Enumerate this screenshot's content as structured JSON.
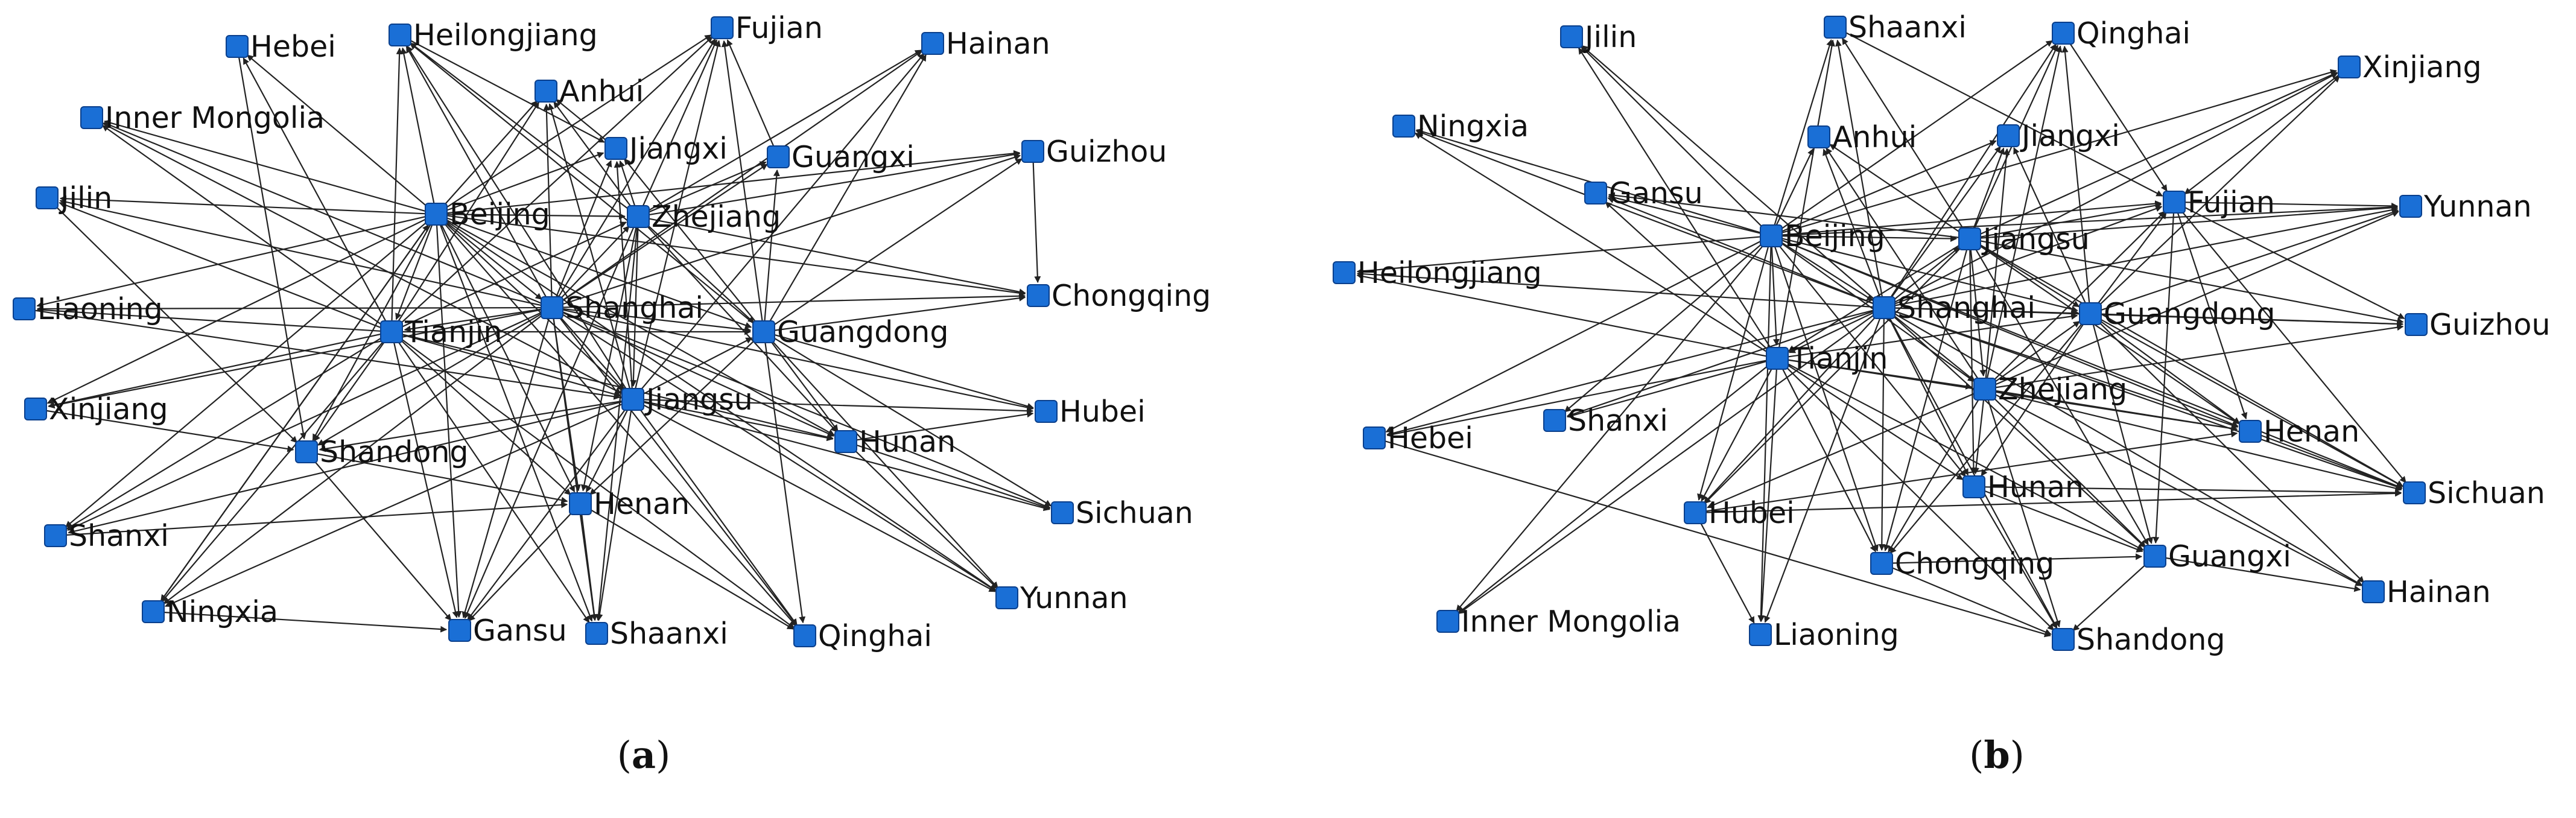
{
  "colors": {
    "node": "#1a6fd6",
    "node_border": "#0a3f8c",
    "edge": "#222222"
  },
  "panels": [
    {
      "id": "a",
      "caption_letter": "a",
      "nodes": [
        "Hebei",
        "Heilongjiang",
        "Fujian",
        "Hainan",
        "Anhui",
        "Inner Mongolia",
        "Jiangxi",
        "Guangxi",
        "Guizhou",
        "Jilin",
        "Beijing",
        "Zhejiang",
        "Chongqing",
        "Liaoning",
        "Shanghai",
        "Tianjin",
        "Guangdong",
        "Jiangsu",
        "Xinjiang",
        "Hubei",
        "Shandong",
        "Hunan",
        "Henan",
        "Sichuan",
        "Shanxi",
        "Ningxia",
        "Gansu",
        "Shaanxi",
        "Qinghai",
        "Yunnan"
      ],
      "edges": [
        [
          "Beijing",
          "Shanghai"
        ],
        [
          "Beijing",
          "Tianjin"
        ],
        [
          "Beijing",
          "Zhejiang"
        ],
        [
          "Beijing",
          "Jiangsu"
        ],
        [
          "Beijing",
          "Guangdong"
        ],
        [
          "Beijing",
          "Hebei"
        ],
        [
          "Beijing",
          "Heilongjiang"
        ],
        [
          "Beijing",
          "Inner Mongolia"
        ],
        [
          "Beijing",
          "Jilin"
        ],
        [
          "Beijing",
          "Liaoning"
        ],
        [
          "Beijing",
          "Xinjiang"
        ],
        [
          "Beijing",
          "Shanxi"
        ],
        [
          "Beijing",
          "Ningxia"
        ],
        [
          "Beijing",
          "Gansu"
        ],
        [
          "Beijing",
          "Shandong"
        ],
        [
          "Beijing",
          "Henan"
        ],
        [
          "Beijing",
          "Shaanxi"
        ],
        [
          "Beijing",
          "Anhui"
        ],
        [
          "Beijing",
          "Fujian"
        ],
        [
          "Beijing",
          "Jiangxi"
        ],
        [
          "Beijing",
          "Chongqing"
        ],
        [
          "Beijing",
          "Hunan"
        ],
        [
          "Beijing",
          "Qinghai"
        ],
        [
          "Beijing",
          "Guizhou"
        ],
        [
          "Beijing",
          "Yunnan"
        ],
        [
          "Shanghai",
          "Tianjin"
        ],
        [
          "Shanghai",
          "Zhejiang"
        ],
        [
          "Shanghai",
          "Jiangsu"
        ],
        [
          "Shanghai",
          "Guangdong"
        ],
        [
          "Shanghai",
          "Anhui"
        ],
        [
          "Shanghai",
          "Jiangxi"
        ],
        [
          "Shanghai",
          "Fujian"
        ],
        [
          "Shanghai",
          "Hainan"
        ],
        [
          "Shanghai",
          "Guangxi"
        ],
        [
          "Shanghai",
          "Guizhou"
        ],
        [
          "Shanghai",
          "Chongqing"
        ],
        [
          "Shanghai",
          "Hubei"
        ],
        [
          "Shanghai",
          "Hunan"
        ],
        [
          "Shanghai",
          "Sichuan"
        ],
        [
          "Shanghai",
          "Yunnan"
        ],
        [
          "Shanghai",
          "Henan"
        ],
        [
          "Shanghai",
          "Shandong"
        ],
        [
          "Shanghai",
          "Gansu"
        ],
        [
          "Shanghai",
          "Shaanxi"
        ],
        [
          "Shanghai",
          "Qinghai"
        ],
        [
          "Shanghai",
          "Ningxia"
        ],
        [
          "Shanghai",
          "Shanxi"
        ],
        [
          "Shanghai",
          "Xinjiang"
        ],
        [
          "Shanghai",
          "Liaoning"
        ],
        [
          "Shanghai",
          "Jilin"
        ],
        [
          "Shanghai",
          "Inner Mongolia"
        ],
        [
          "Shanghai",
          "Heilongjiang"
        ],
        [
          "Tianjin",
          "Zhejiang"
        ],
        [
          "Tianjin",
          "Jiangsu"
        ],
        [
          "Tianjin",
          "Guangdong"
        ],
        [
          "Tianjin",
          "Hebei"
        ],
        [
          "Tianjin",
          "Inner Mongolia"
        ],
        [
          "Tianjin",
          "Liaoning"
        ],
        [
          "Tianjin",
          "Jilin"
        ],
        [
          "Tianjin",
          "Shanxi"
        ],
        [
          "Tianjin",
          "Ningxia"
        ],
        [
          "Tianjin",
          "Xinjiang"
        ],
        [
          "Tianjin",
          "Gansu"
        ],
        [
          "Tianjin",
          "Shaanxi"
        ],
        [
          "Tianjin",
          "Henan"
        ],
        [
          "Tianjin",
          "Shandong"
        ],
        [
          "Tianjin",
          "Heilongjiang"
        ],
        [
          "Tianjin",
          "Fujian"
        ],
        [
          "Tianjin",
          "Anhui"
        ],
        [
          "Tianjin",
          "Qinghai"
        ],
        [
          "Tianjin",
          "Hunan"
        ],
        [
          "Zhejiang",
          "Jiangsu"
        ],
        [
          "Zhejiang",
          "Guangdong"
        ],
        [
          "Zhejiang",
          "Fujian"
        ],
        [
          "Zhejiang",
          "Anhui"
        ],
        [
          "Zhejiang",
          "Jiangxi"
        ],
        [
          "Zhejiang",
          "Guangxi"
        ],
        [
          "Zhejiang",
          "Hainan"
        ],
        [
          "Zhejiang",
          "Guizhou"
        ],
        [
          "Zhejiang",
          "Chongqing"
        ],
        [
          "Zhejiang",
          "Heilongjiang"
        ],
        [
          "Zhejiang",
          "Gansu"
        ],
        [
          "Zhejiang",
          "Shaanxi"
        ],
        [
          "Zhejiang",
          "Henan"
        ],
        [
          "Zhejiang",
          "Hunan"
        ],
        [
          "Jiangsu",
          "Guangdong"
        ],
        [
          "Jiangsu",
          "Hubei"
        ],
        [
          "Jiangsu",
          "Hunan"
        ],
        [
          "Jiangsu",
          "Sichuan"
        ],
        [
          "Jiangsu",
          "Yunnan"
        ],
        [
          "Jiangsu",
          "Qinghai"
        ],
        [
          "Jiangsu",
          "Shaanxi"
        ],
        [
          "Jiangsu",
          "Gansu"
        ],
        [
          "Jiangsu",
          "Henan"
        ],
        [
          "Jiangsu",
          "Shandong"
        ],
        [
          "Jiangsu",
          "Ningxia"
        ],
        [
          "Jiangsu",
          "Shanxi"
        ],
        [
          "Jiangsu",
          "Fujian"
        ],
        [
          "Jiangsu",
          "Anhui"
        ],
        [
          "Jiangsu",
          "Jiangxi"
        ],
        [
          "Jiangsu",
          "Heilongjiang"
        ],
        [
          "Jiangsu",
          "Hainan"
        ],
        [
          "Guangdong",
          "Fujian"
        ],
        [
          "Guangdong",
          "Hainan"
        ],
        [
          "Guangdong",
          "Guangxi"
        ],
        [
          "Guangdong",
          "Guizhou"
        ],
        [
          "Guangdong",
          "Chongqing"
        ],
        [
          "Guangdong",
          "Hubei"
        ],
        [
          "Guangdong",
          "Hunan"
        ],
        [
          "Guangdong",
          "Sichuan"
        ],
        [
          "Guangdong",
          "Yunnan"
        ],
        [
          "Guangdong",
          "Qinghai"
        ],
        [
          "Guangdong",
          "Henan"
        ],
        [
          "Guangdong",
          "Jiangxi"
        ],
        [
          "Guangdong",
          "Heilongjiang"
        ],
        [
          "Guizhou",
          "Chongqing"
        ],
        [
          "Hunan",
          "Sichuan"
        ],
        [
          "Hunan",
          "Yunnan"
        ],
        [
          "Hunan",
          "Hubei"
        ],
        [
          "Ningxia",
          "Gansu"
        ],
        [
          "Henan",
          "Gansu"
        ],
        [
          "Henan",
          "Shaanxi"
        ],
        [
          "Henan",
          "Qinghai"
        ],
        [
          "Shandong",
          "Gansu"
        ],
        [
          "Shandong",
          "Henan"
        ],
        [
          "Jiangxi",
          "Anhui"
        ],
        [
          "Guangxi",
          "Fujian"
        ],
        [
          "Hebei",
          "Shandong"
        ],
        [
          "Jilin",
          "Shandong"
        ],
        [
          "Liaoning",
          "Jiangsu"
        ],
        [
          "Xinjiang",
          "Shandong"
        ],
        [
          "Shanxi",
          "Henan"
        ],
        [
          "Ningxia",
          "Beijing"
        ],
        [
          "Inner Mongolia",
          "Jiangsu"
        ],
        [
          "Heilongjiang",
          "Jiangxi"
        ]
      ]
    },
    {
      "id": "b",
      "caption_letter": "b",
      "nodes": [
        "Jilin",
        "Shaanxi",
        "Qinghai",
        "Xinjiang",
        "Ningxia",
        "Anhui",
        "Jiangxi",
        "Gansu",
        "Fujian",
        "Yunnan",
        "Beijing",
        "Jiangsu",
        "Heilongjiang",
        "Shanghai",
        "Guangdong",
        "Guizhou",
        "Tianjin",
        "Zhejiang",
        "Hebei",
        "Shanxi",
        "Henan",
        "Hunan",
        "Sichuan",
        "Hubei",
        "Chongqing",
        "Guangxi",
        "Hainan",
        "Inner Mongolia",
        "Liaoning",
        "Shandong"
      ],
      "edges": [
        [
          "Beijing",
          "Shanghai"
        ],
        [
          "Beijing",
          "Jiangsu"
        ],
        [
          "Beijing",
          "Tianjin"
        ],
        [
          "Beijing",
          "Zhejiang"
        ],
        [
          "Beijing",
          "Guangdong"
        ],
        [
          "Beijing",
          "Jilin"
        ],
        [
          "Beijing",
          "Shaanxi"
        ],
        [
          "Beijing",
          "Qinghai"
        ],
        [
          "Beijing",
          "Ningxia"
        ],
        [
          "Beijing",
          "Gansu"
        ],
        [
          "Beijing",
          "Heilongjiang"
        ],
        [
          "Beijing",
          "Hebei"
        ],
        [
          "Beijing",
          "Shanxi"
        ],
        [
          "Beijing",
          "Inner Mongolia"
        ],
        [
          "Beijing",
          "Liaoning"
        ],
        [
          "Beijing",
          "Hubei"
        ],
        [
          "Beijing",
          "Chongqing"
        ],
        [
          "Beijing",
          "Hunan"
        ],
        [
          "Beijing",
          "Henan"
        ],
        [
          "Beijing",
          "Fujian"
        ],
        [
          "Beijing",
          "Anhui"
        ],
        [
          "Beijing",
          "Jiangxi"
        ],
        [
          "Beijing",
          "Xinjiang"
        ],
        [
          "Beijing",
          "Yunnan"
        ],
        [
          "Beijing",
          "Sichuan"
        ],
        [
          "Shanghai",
          "Jiangsu"
        ],
        [
          "Shanghai",
          "Tianjin"
        ],
        [
          "Shanghai",
          "Zhejiang"
        ],
        [
          "Shanghai",
          "Guangdong"
        ],
        [
          "Shanghai",
          "Anhui"
        ],
        [
          "Shanghai",
          "Jiangxi"
        ],
        [
          "Shanghai",
          "Fujian"
        ],
        [
          "Shanghai",
          "Gansu"
        ],
        [
          "Shanghai",
          "Ningxia"
        ],
        [
          "Shanghai",
          "Heilongjiang"
        ],
        [
          "Shanghai",
          "Shaanxi"
        ],
        [
          "Shanghai",
          "Qinghai"
        ],
        [
          "Shanghai",
          "Jilin"
        ],
        [
          "Shanghai",
          "Xinjiang"
        ],
        [
          "Shanghai",
          "Yunnan"
        ],
        [
          "Shanghai",
          "Guizhou"
        ],
        [
          "Shanghai",
          "Henan"
        ],
        [
          "Shanghai",
          "Sichuan"
        ],
        [
          "Shanghai",
          "Hainan"
        ],
        [
          "Shanghai",
          "Guangxi"
        ],
        [
          "Shanghai",
          "Hunan"
        ],
        [
          "Shanghai",
          "Hubei"
        ],
        [
          "Shanghai",
          "Chongqing"
        ],
        [
          "Shanghai",
          "Shandong"
        ],
        [
          "Shanghai",
          "Liaoning"
        ],
        [
          "Shanghai",
          "Inner Mongolia"
        ],
        [
          "Shanghai",
          "Shanxi"
        ],
        [
          "Shanghai",
          "Hebei"
        ],
        [
          "Jiangsu",
          "Tianjin"
        ],
        [
          "Jiangsu",
          "Zhejiang"
        ],
        [
          "Jiangsu",
          "Guangdong"
        ],
        [
          "Jiangsu",
          "Fujian"
        ],
        [
          "Jiangsu",
          "Anhui"
        ],
        [
          "Jiangsu",
          "Jiangxi"
        ],
        [
          "Jiangsu",
          "Qinghai"
        ],
        [
          "Jiangsu",
          "Xinjiang"
        ],
        [
          "Jiangsu",
          "Shaanxi"
        ],
        [
          "Jiangsu",
          "Gansu"
        ],
        [
          "Jiangsu",
          "Henan"
        ],
        [
          "Jiangsu",
          "Hunan"
        ],
        [
          "Jiangsu",
          "Hubei"
        ],
        [
          "Jiangsu",
          "Chongqing"
        ],
        [
          "Jiangsu",
          "Guangxi"
        ],
        [
          "Jiangsu",
          "Sichuan"
        ],
        [
          "Jiangsu",
          "Yunnan"
        ],
        [
          "Jiangsu",
          "Guizhou"
        ],
        [
          "Tianjin",
          "Zhejiang"
        ],
        [
          "Tianjin",
          "Guangdong"
        ],
        [
          "Tianjin",
          "Hebei"
        ],
        [
          "Tianjin",
          "Shanxi"
        ],
        [
          "Tianjin",
          "Heilongjiang"
        ],
        [
          "Tianjin",
          "Gansu"
        ],
        [
          "Tianjin",
          "Ningxia"
        ],
        [
          "Tianjin",
          "Jilin"
        ],
        [
          "Tianjin",
          "Shaanxi"
        ],
        [
          "Tianjin",
          "Inner Mongolia"
        ],
        [
          "Tianjin",
          "Liaoning"
        ],
        [
          "Tianjin",
          "Hubei"
        ],
        [
          "Tianjin",
          "Chongqing"
        ],
        [
          "Tianjin",
          "Hunan"
        ],
        [
          "Tianjin",
          "Henan"
        ],
        [
          "Tianjin",
          "Guangxi"
        ],
        [
          "Tianjin",
          "Shandong"
        ],
        [
          "Zhejiang",
          "Guangdong"
        ],
        [
          "Zhejiang",
          "Fujian"
        ],
        [
          "Zhejiang",
          "Jiangxi"
        ],
        [
          "Zhejiang",
          "Anhui"
        ],
        [
          "Zhejiang",
          "Henan"
        ],
        [
          "Zhejiang",
          "Hunan"
        ],
        [
          "Zhejiang",
          "Hubei"
        ],
        [
          "Zhejiang",
          "Chongqing"
        ],
        [
          "Zhejiang",
          "Guangxi"
        ],
        [
          "Zhejiang",
          "Sichuan"
        ],
        [
          "Zhejiang",
          "Hainan"
        ],
        [
          "Zhejiang",
          "Shandong"
        ],
        [
          "Zhejiang",
          "Guizhou"
        ],
        [
          "Zhejiang",
          "Yunnan"
        ],
        [
          "Zhejiang",
          "Qinghai"
        ],
        [
          "Guangdong",
          "Fujian"
        ],
        [
          "Guangdong",
          "Guizhou"
        ],
        [
          "Guangdong",
          "Yunnan"
        ],
        [
          "Guangdong",
          "Xinjiang"
        ],
        [
          "Guangdong",
          "Henan"
        ],
        [
          "Guangdong",
          "Sichuan"
        ],
        [
          "Guangdong",
          "Hunan"
        ],
        [
          "Guangdong",
          "Guangxi"
        ],
        [
          "Guangdong",
          "Hainan"
        ],
        [
          "Guangdong",
          "Chongqing"
        ],
        [
          "Guangdong",
          "Qinghai"
        ],
        [
          "Guangdong",
          "Jiangxi"
        ],
        [
          "Fujian",
          "Yunnan"
        ],
        [
          "Fujian",
          "Guizhou"
        ],
        [
          "Fujian",
          "Henan"
        ],
        [
          "Fujian",
          "Sichuan"
        ],
        [
          "Fujian",
          "Guangxi"
        ],
        [
          "Hunan",
          "Guangxi"
        ],
        [
          "Hunan",
          "Sichuan"
        ],
        [
          "Hunan",
          "Shandong"
        ],
        [
          "Chongqing",
          "Shandong"
        ],
        [
          "Chongqing",
          "Guangxi"
        ],
        [
          "Hubei",
          "Henan"
        ],
        [
          "Hubei",
          "Liaoning"
        ],
        [
          "Hubei",
          "Sichuan"
        ],
        [
          "Hebei",
          "Shandong"
        ],
        [
          "Henan",
          "Sichuan"
        ],
        [
          "Guangxi",
          "Hainan"
        ],
        [
          "Guangxi",
          "Shandong"
        ],
        [
          "Xinjiang",
          "Fujian"
        ],
        [
          "Qinghai",
          "Fujian"
        ],
        [
          "Shaanxi",
          "Fujian"
        ]
      ]
    }
  ]
}
